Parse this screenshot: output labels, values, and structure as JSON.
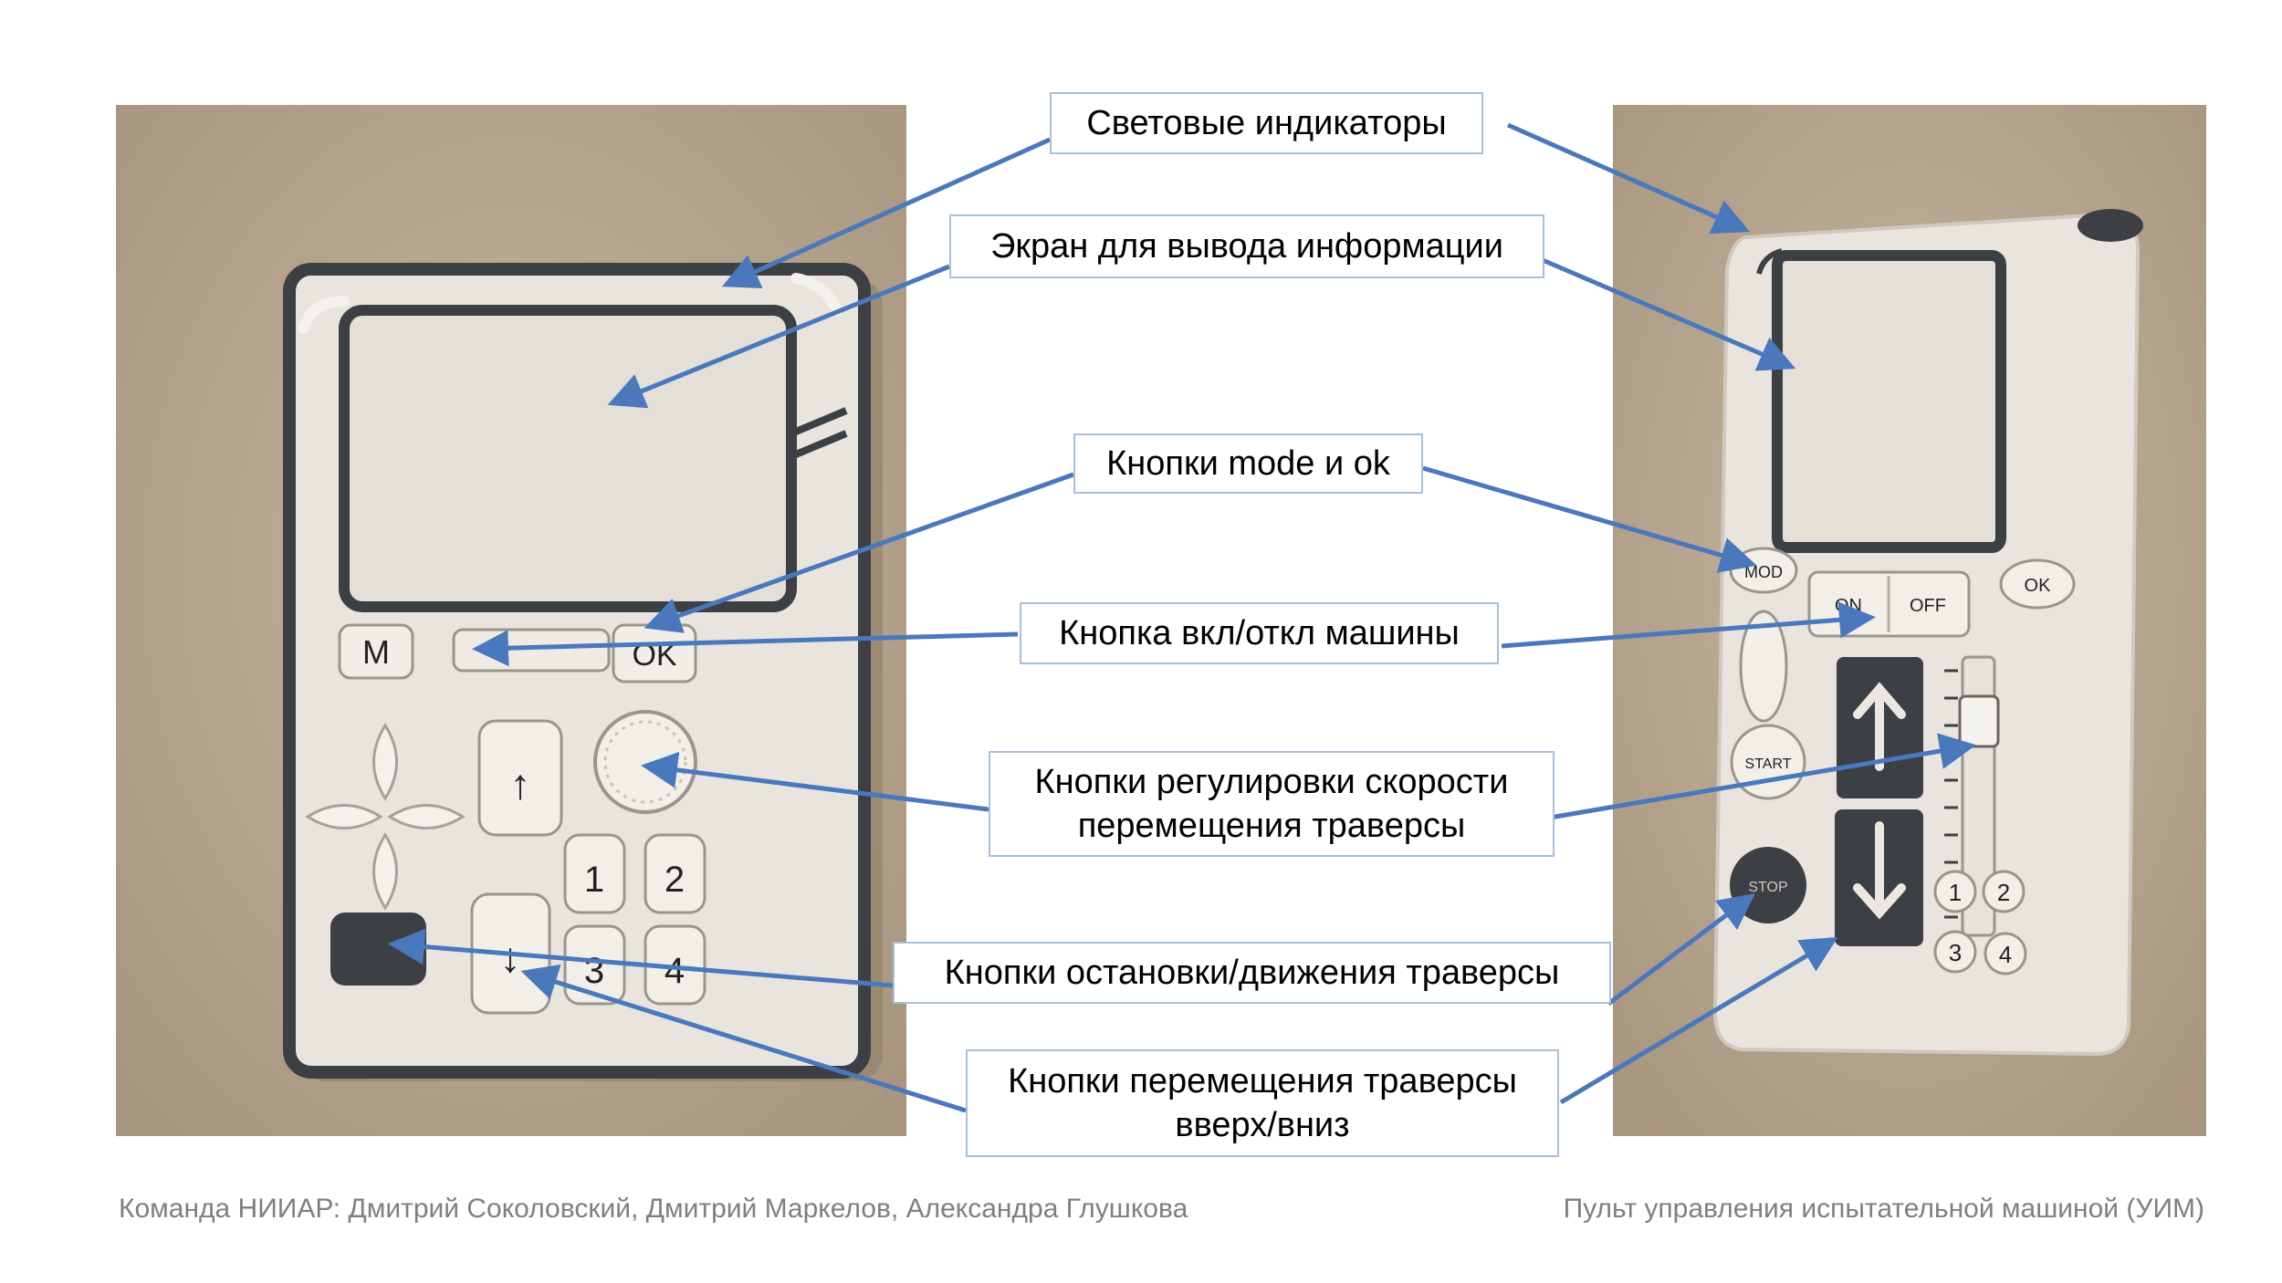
{
  "labels": {
    "indicators": "Световые индикаторы",
    "screen": "Экран для вывода информации",
    "mode_ok": "Кнопки mode и ok",
    "power": "Кнопка вкл/откл машины",
    "speed": "Кнопки регулировки скорости\nперемещения траверсы",
    "stop_move": "Кнопки остановки/движения траверсы",
    "up_down": "Кнопки перемещения траверсы\nвверх/вниз"
  },
  "footer": {
    "left": "Команда НИИАР: Дмитрий Соколовский, Дмитрий Маркелов, Александра Глушкова",
    "right": "Пульт управления испытательной машиной (УИМ)"
  },
  "device_left_keys": {
    "m": "M",
    "ok": "OK",
    "up": "↑",
    "down": "↓",
    "n1": "1",
    "n2": "2",
    "n3": "3",
    "n4": "4"
  },
  "device_right_keys": {
    "mod": "MOD",
    "on": "ON",
    "off": "OFF",
    "ok": "OK",
    "start": "START",
    "stop": "STOP",
    "n1": "1",
    "n2": "2",
    "n3": "3",
    "n4": "4"
  },
  "colors": {
    "arrow": "#4a78bd",
    "label_border": "#a9bfd9",
    "background_photo": "#b8a691",
    "clay_white": "#ece8e1",
    "clay_dark": "#3c3f44"
  }
}
